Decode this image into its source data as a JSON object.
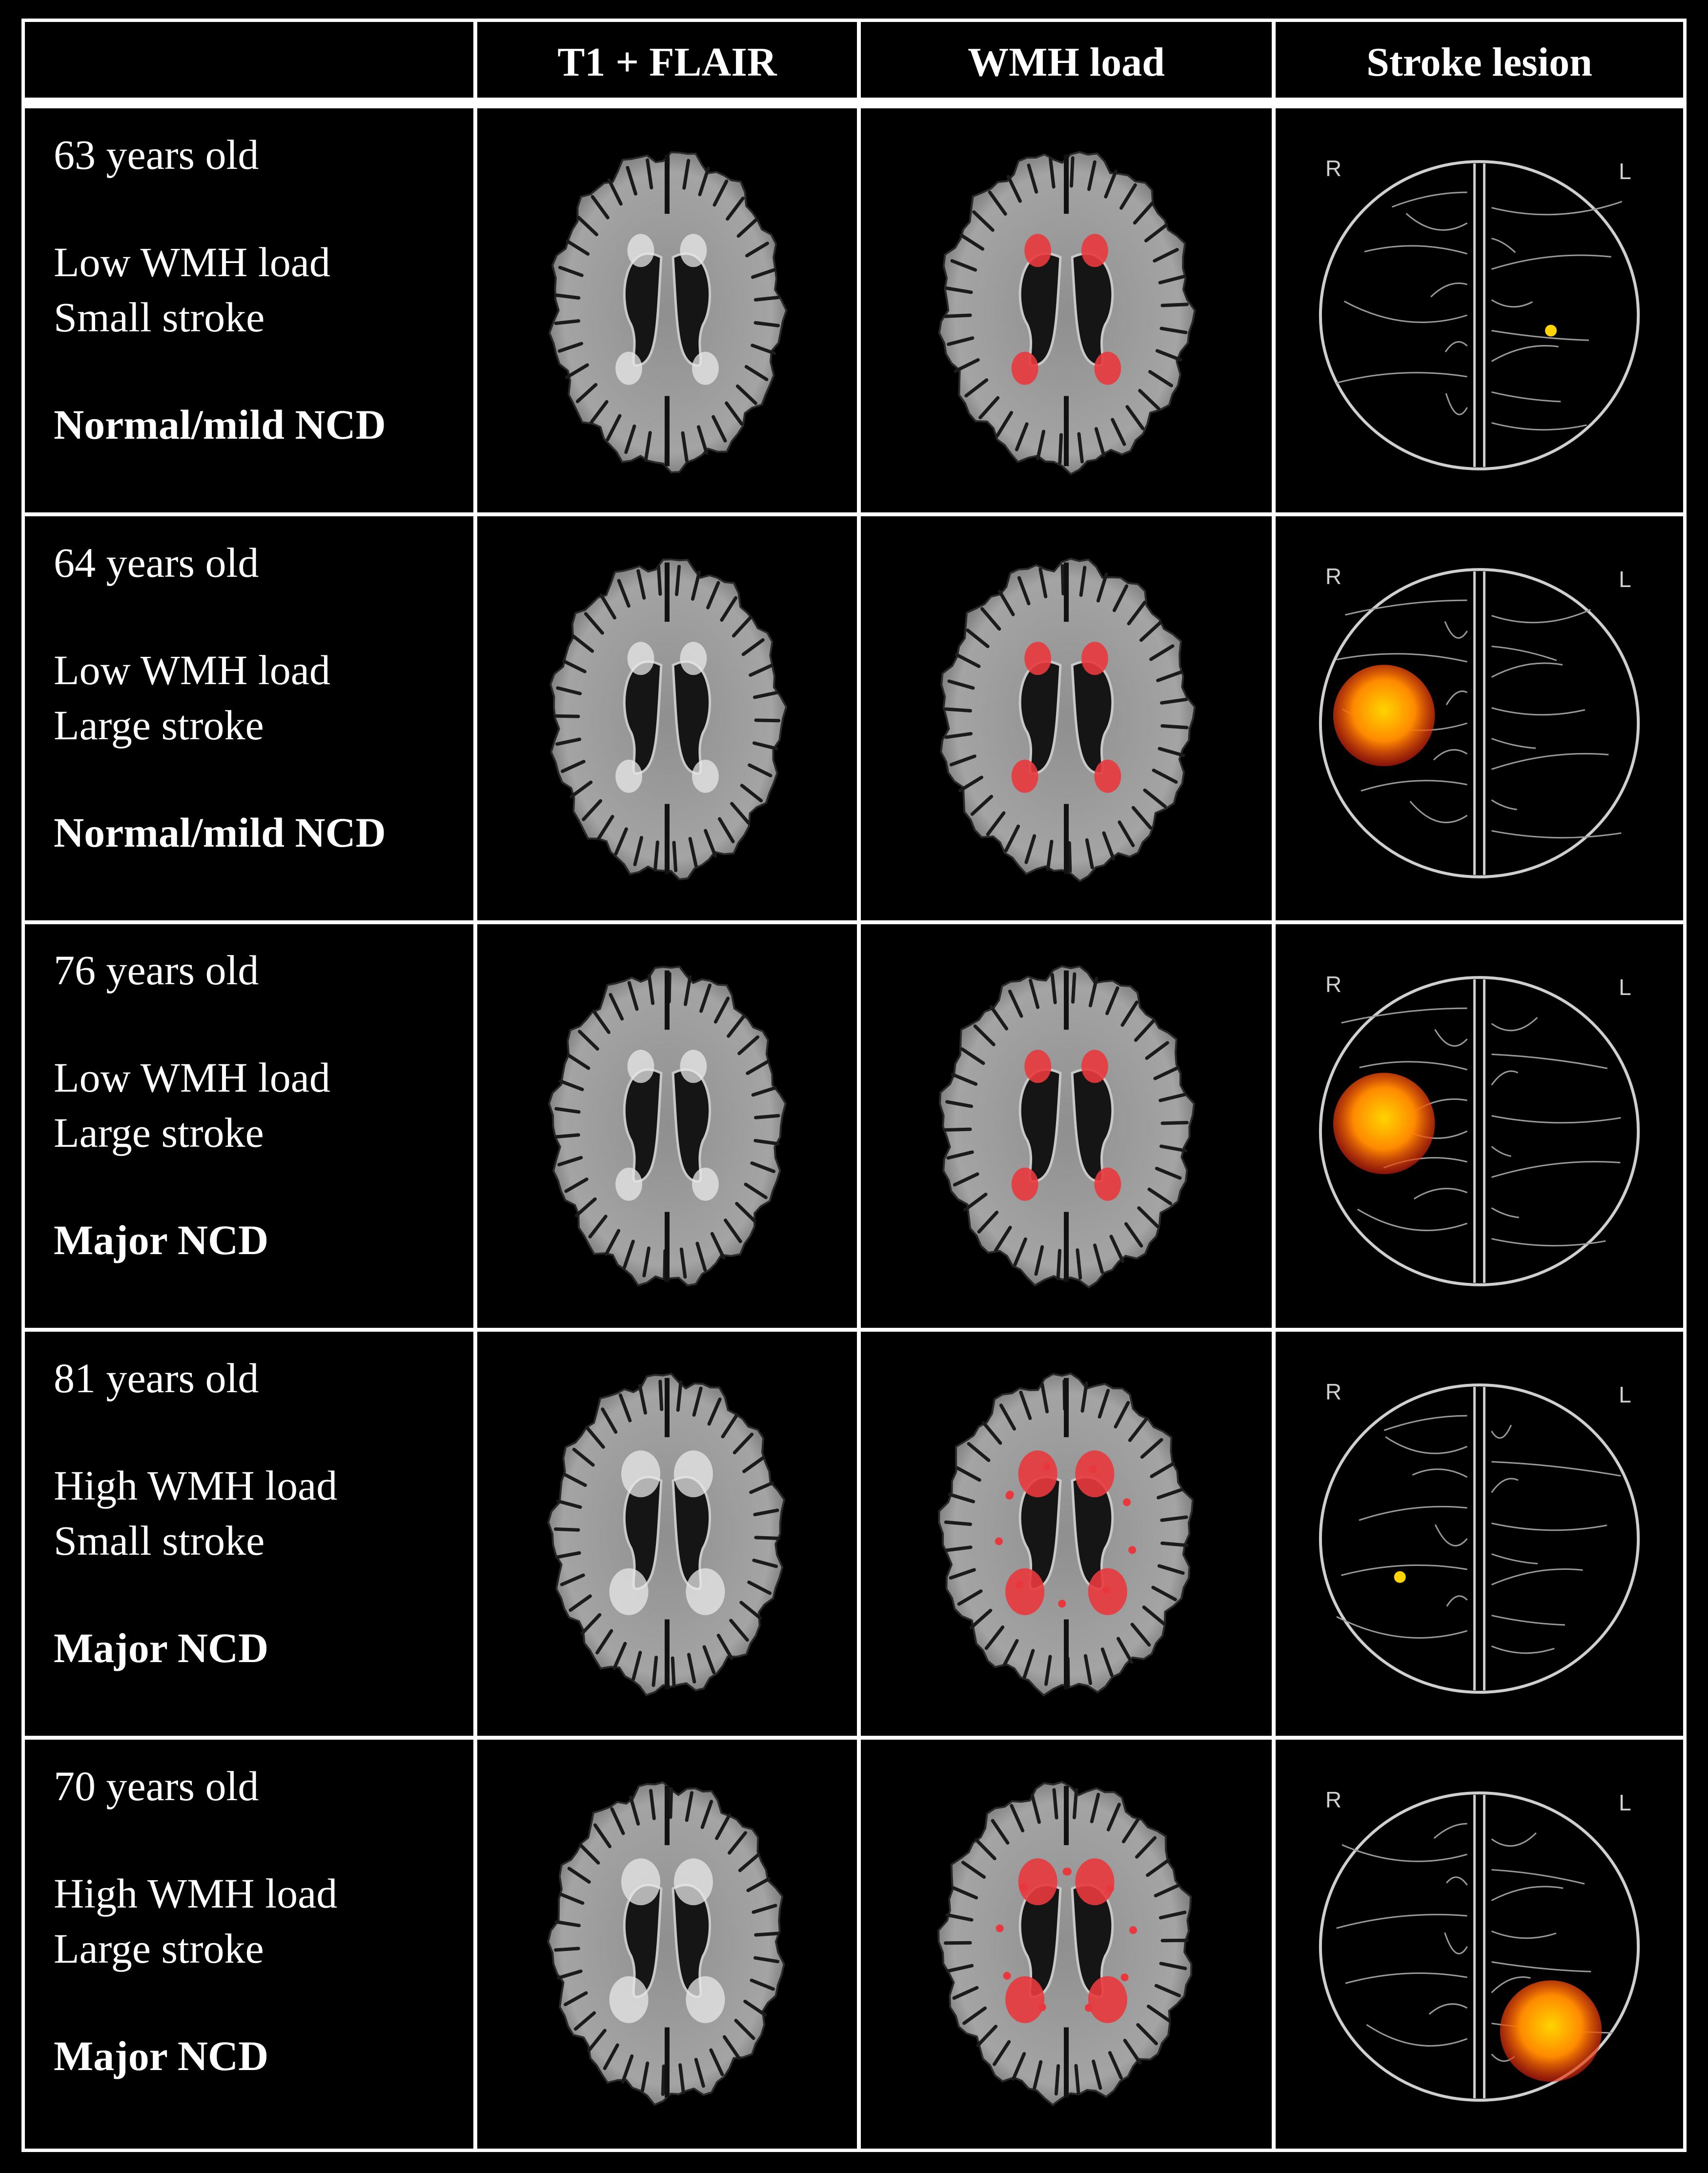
{
  "header": {
    "corner": "",
    "columns": [
      "T1 + FLAIR",
      "WMH load",
      "Stroke lesion"
    ]
  },
  "rows": [
    {
      "age": "63 years old",
      "wmh": "Low WMH load",
      "stroke": "Small stroke",
      "ncd": "Normal/mild NCD",
      "lesion": {
        "side": "left-posterior",
        "size": "small"
      }
    },
    {
      "age": "64 years old",
      "wmh": "Low WMH load",
      "stroke": "Large stroke",
      "ncd": "Normal/mild NCD",
      "lesion": {
        "side": "right-mid",
        "size": "large"
      }
    },
    {
      "age": "76 years old",
      "wmh": "Low WMH load",
      "stroke": "Large stroke",
      "ncd": "Major NCD",
      "lesion": {
        "side": "right-mid",
        "size": "large"
      }
    },
    {
      "age": "81 years old",
      "wmh": "High WMH load",
      "stroke": "Small stroke",
      "ncd": "Major NCD",
      "lesion": {
        "side": "right-posterior",
        "size": "small"
      }
    },
    {
      "age": "70 years old",
      "wmh": "High WMH load",
      "stroke": "Large stroke",
      "ncd": "Major NCD",
      "lesion": {
        "side": "left-posterior",
        "size": "large"
      }
    }
  ],
  "atlas_labels": {
    "right": "R",
    "left": "L"
  },
  "colors": {
    "background": "#000000",
    "grid": "#ffffff",
    "wmh_overlay": "#e8383d",
    "lesion_hot": "#ffd400",
    "lesion_warm": "#e02010"
  }
}
